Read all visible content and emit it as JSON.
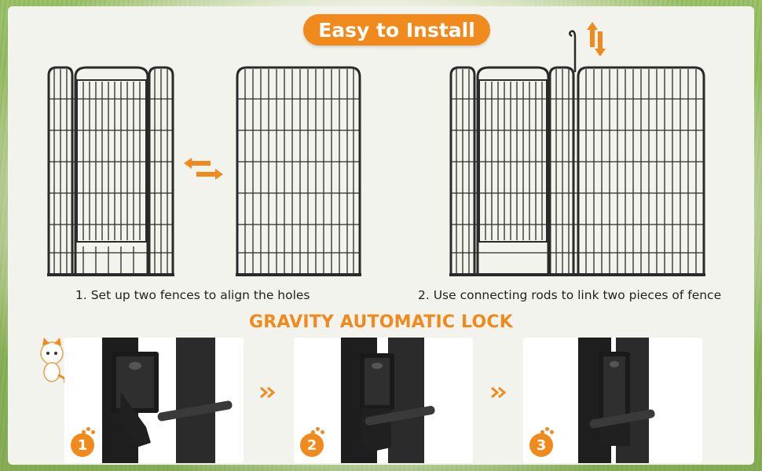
{
  "title": "Easy to Install",
  "captions": {
    "step1": "1. Set up two fences to align the holes",
    "step2": "2. Use connecting rods to link two pieces of fence"
  },
  "section_heading": "GRAVITY AUTOMATIC LOCK",
  "steps": [
    {
      "number": "1"
    },
    {
      "number": "2"
    },
    {
      "number": "3"
    }
  ],
  "icons": {
    "horizontal_arrow": "double-arrow-horizontal-icon",
    "vertical_arrow": "double-arrow-vertical-icon",
    "chevron": "double-chevron-right-icon",
    "mascot": "cat-mascot-icon"
  },
  "colors": {
    "accent": "#f08a1c",
    "fence": "#2a2a2a",
    "panel": "#f3f3ed"
  }
}
